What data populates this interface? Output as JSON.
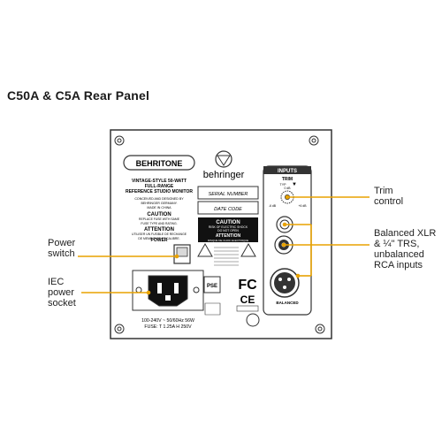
{
  "title": "C50A & C5A Rear Panel",
  "callouts": {
    "trim": [
      "Trim",
      "control"
    ],
    "power_switch": [
      "Power",
      "switch"
    ],
    "iec": [
      "IEC",
      "power",
      "socket"
    ],
    "inputs": [
      "Balanced XLR",
      "& ¼\" TRS,",
      "unbalanced",
      "RCA inputs"
    ]
  },
  "panel": {
    "brand_badge": "BEHRITONE",
    "model_lines": [
      "VINTAGE-STYLE 50-WATT",
      "FULL-RANGE",
      "REFERENCE STUDIO MONITOR"
    ],
    "designed_lines": [
      "CONCEIVED AND DESIGNED BY",
      "BEHRINGER GERMANY.",
      "MADE IN CHINA"
    ],
    "caution_left": "CAUTION",
    "caution_left_text": [
      "REPLACE FUSE WITH SAME",
      "FUSE TYPE AND RATING."
    ],
    "attention_left": "ATTENTION",
    "attention_left_text": [
      "UTILISER UN FUSIBLE DE RECHANGE",
      "DE MEME TYPE ET CALIBRE."
    ],
    "power_label": "POWER",
    "logo_text": "behringer",
    "serial_label": "SERIAL NUMBER",
    "date_label": "DATE CODE",
    "caution_center": "CAUTION",
    "caution_center_text": [
      "RISK OF ELECTRIC SHOCK",
      "DO NOT OPEN"
    ],
    "attention_center": "ATTENTION",
    "attention_center_text": [
      "RISQUE DE CHOC ELECTRIQUE",
      "NE PAS OUVRIR"
    ],
    "inputs_label": "INPUTS",
    "trim_label": "TRIM",
    "trim_typ": "TYP",
    "trim_zero": "0 dB",
    "trim_min": "-6 dB",
    "trim_max": "+6 dB",
    "balanced_label": "BALANCED",
    "pse_label": "PSE",
    "fc_label": "FC",
    "ce_label": "CE",
    "voltage_line": "100-240V ~ 50/60Hz 56W",
    "fuse_line": "FUSE: T 1.25A H 250V"
  },
  "colors": {
    "callout_line": "#e8a200",
    "panel_stroke": "#333333"
  }
}
